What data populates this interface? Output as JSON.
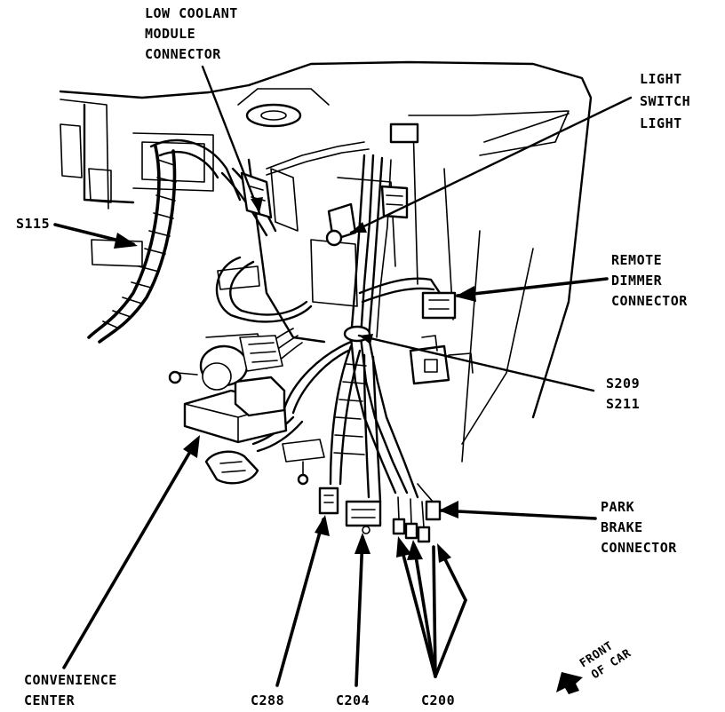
{
  "labels": {
    "low_coolant": [
      "LOW COOLANT",
      "MODULE",
      "CONNECTOR"
    ],
    "light_switch": [
      "LIGHT",
      "SWITCH",
      "LIGHT"
    ],
    "s115": "S115",
    "remote_dimmer": [
      "REMOTE",
      "DIMMER",
      "CONNECTOR"
    ],
    "s209": "S209",
    "s211": "S211",
    "park_brake": [
      "PARK",
      "BRAKE",
      "CONNECTOR"
    ],
    "convenience_center": [
      "CONVENIENCE",
      "CENTER"
    ],
    "c288": "C288",
    "c204": "C204",
    "c200": "C200",
    "front_of_car": [
      "FRONT",
      "OF CAR"
    ]
  }
}
